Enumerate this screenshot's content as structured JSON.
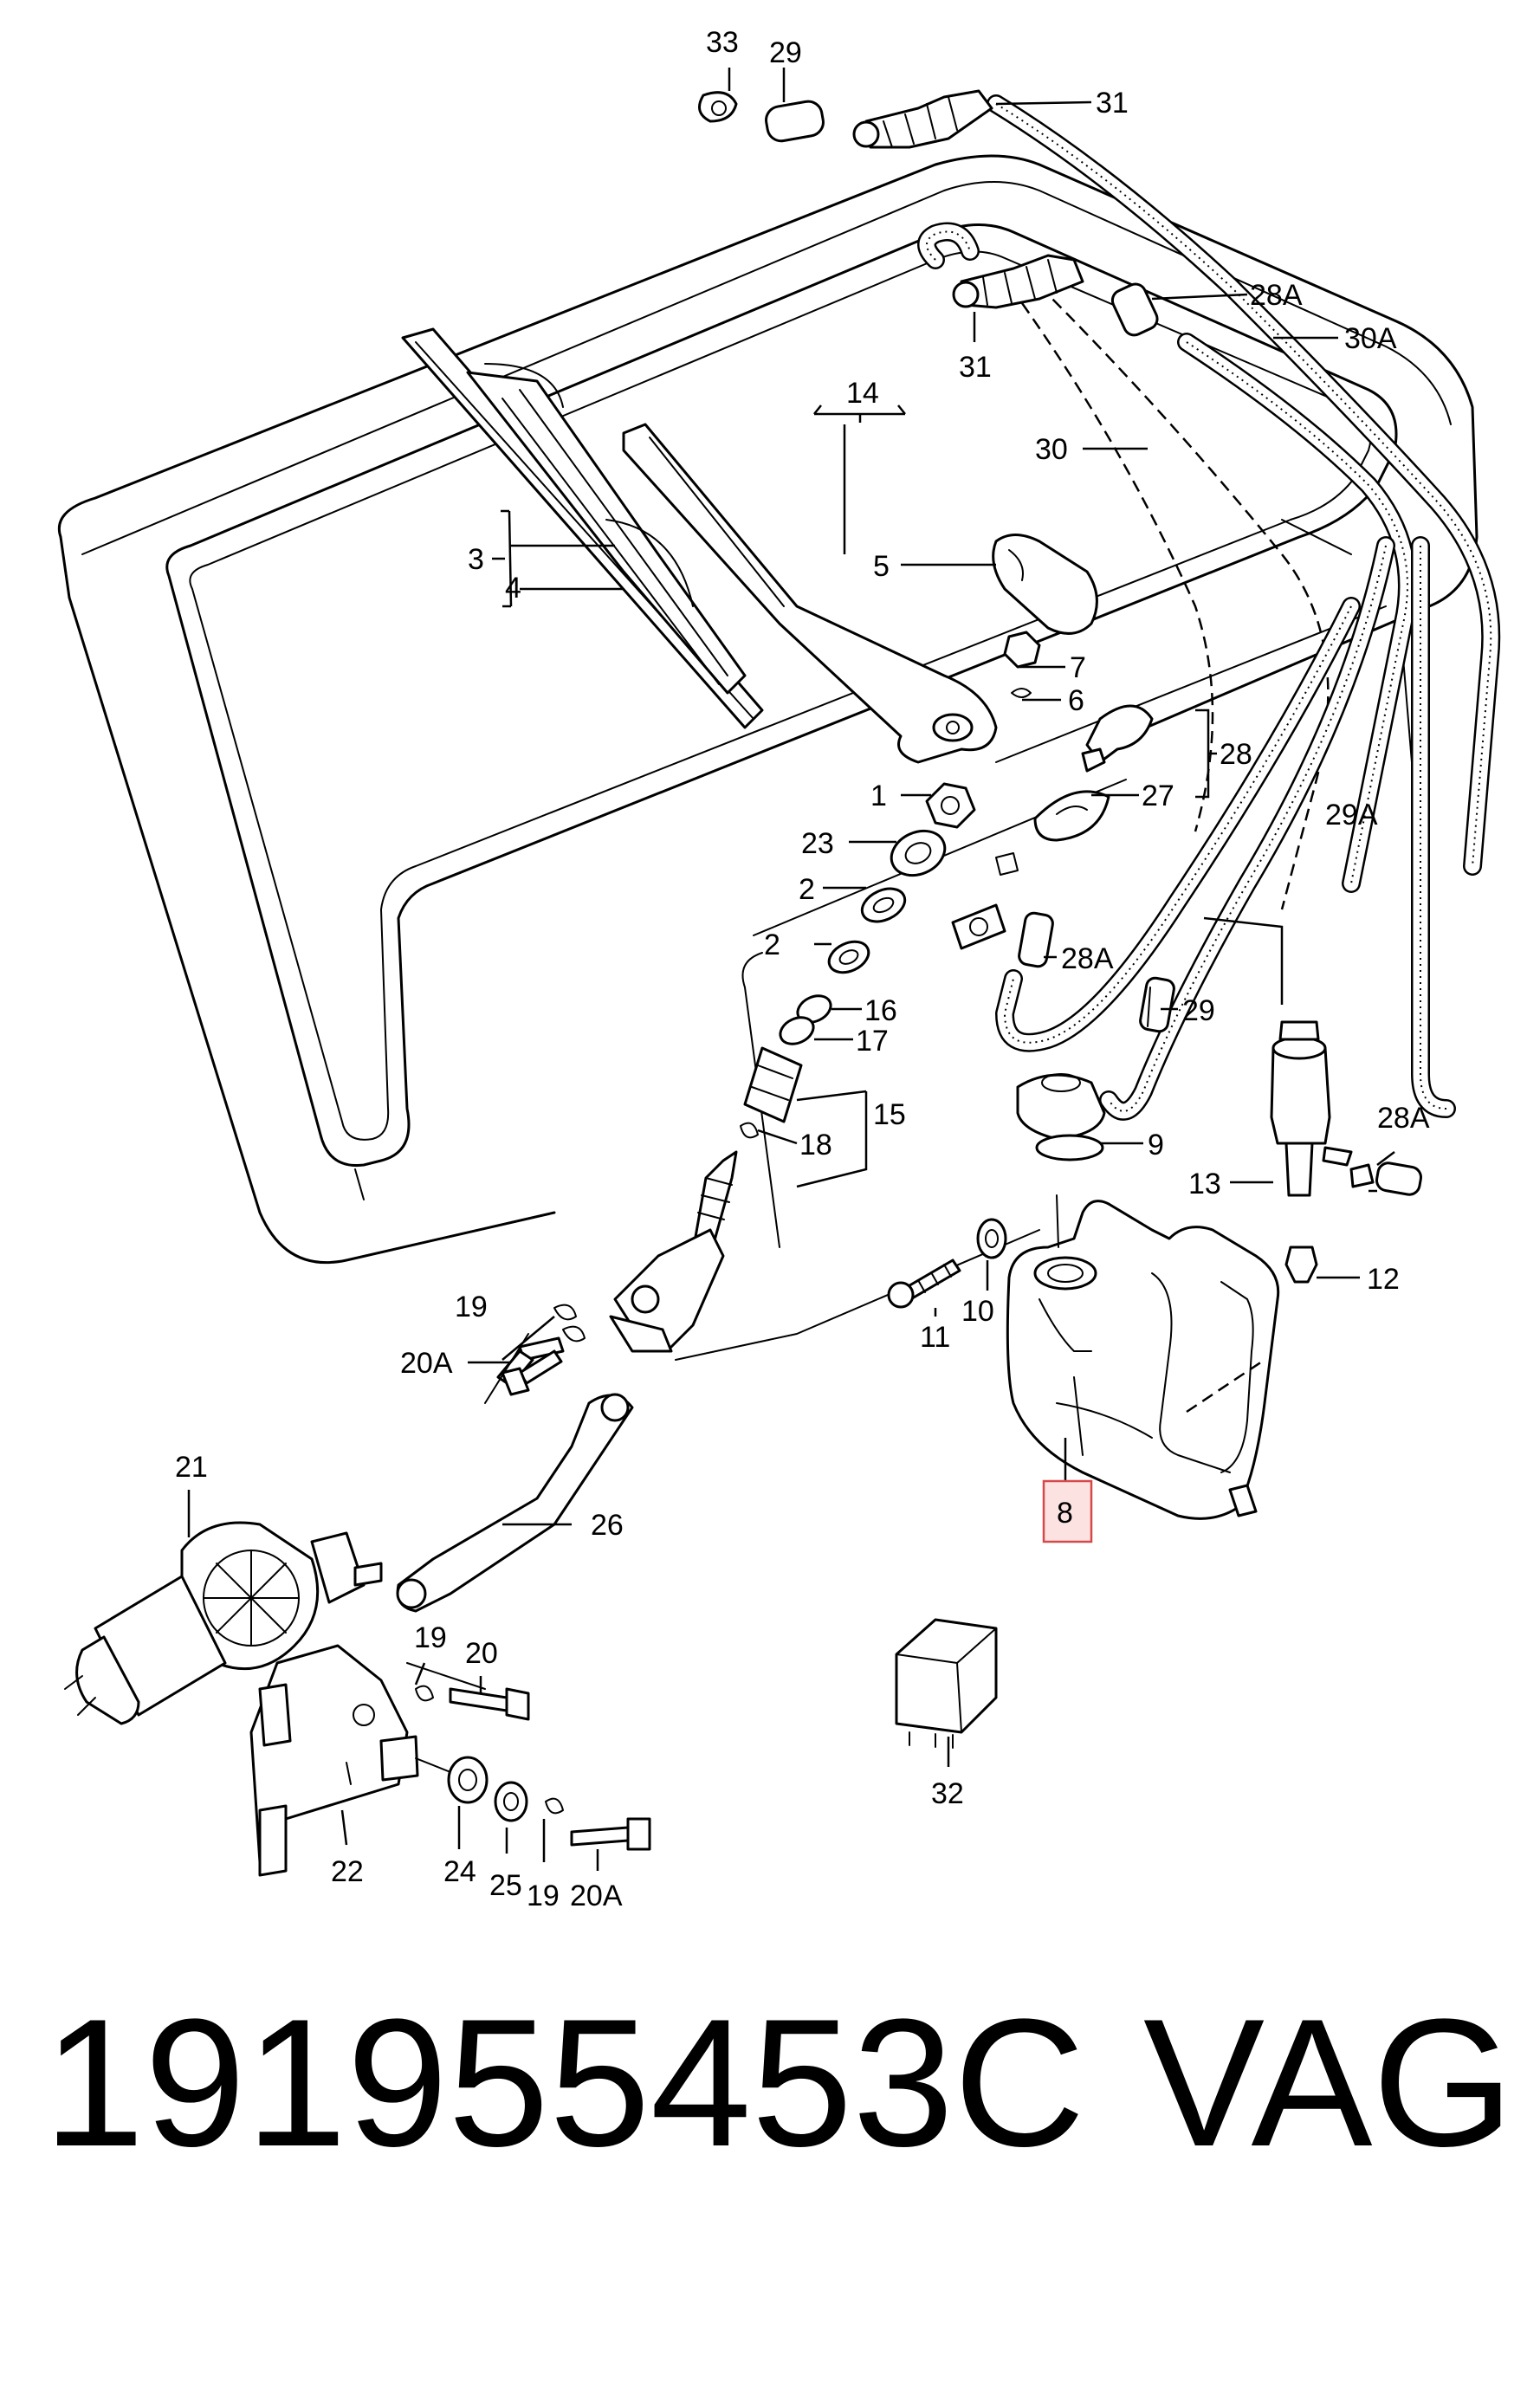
{
  "callouts": {
    "c1": "1",
    "c2a": "2",
    "c2b": "2",
    "c3": "3",
    "c4": "4",
    "c5": "5",
    "c6": "6",
    "c7": "7",
    "c8": "8",
    "c9": "9",
    "c10": "10",
    "c11": "11",
    "c12": "12",
    "c13": "13",
    "c14": "14",
    "c15": "15",
    "c16": "16",
    "c17": "17",
    "c18": "18",
    "c19a": "19",
    "c19b": "19",
    "c19c": "19",
    "c20": "20",
    "c20Aa": "20A",
    "c20Ab": "20A",
    "c21": "21",
    "c22": "22",
    "c23": "23",
    "c24": "24",
    "c25": "25",
    "c26": "26",
    "c27": "27",
    "c28": "28",
    "c28Aa": "28A",
    "c28Ab": "28A",
    "c28Ac": "28A",
    "c29a": "29",
    "c29b": "29",
    "c29A": "29A",
    "c30": "30",
    "c30A": "30A",
    "c31a": "31",
    "c31b": "31",
    "c32": "32",
    "c33": "33"
  },
  "highlighted_part": "8",
  "highlight_color": "#d44a4a",
  "part_number": "191955453C",
  "brand": "VAG"
}
